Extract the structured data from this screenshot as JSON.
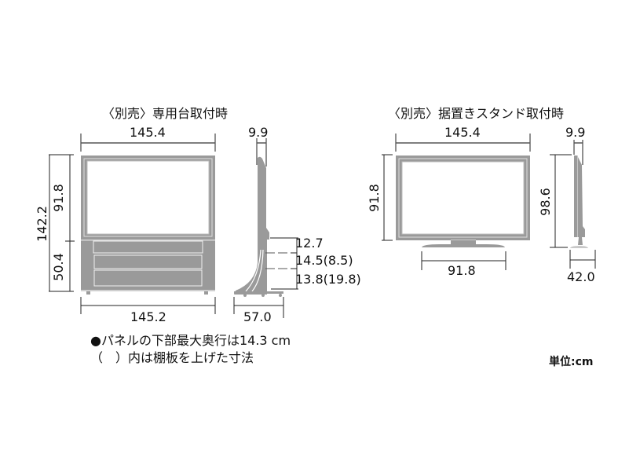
{
  "left_diagram": {
    "title": "〈別売〉専用台取付時",
    "width_top": "145.4",
    "depth_top": "9.9",
    "total_height": "142.2",
    "screen_height": "91.8",
    "stand_height": "50.4",
    "width_bottom": "145.2",
    "stand_depth": "57.0",
    "shelf_1": "12.7",
    "shelf_2": "14.5(8.5)",
    "shelf_3": "13.8(19.8)"
  },
  "right_diagram": {
    "title": "〈別売〉据置きスタンド取付時",
    "width_top": "145.4",
    "depth_top": "9.9",
    "screen_height": "91.8",
    "total_height": "98.6",
    "stand_width": "91.8",
    "stand_depth": "42.0"
  },
  "notes": {
    "note_1": "●パネルの下部最大奥行は14.3 cm",
    "note_2": "（　）内は棚板を上げた寸法"
  },
  "unit_label": "単位:cm",
  "colors": {
    "body_gray": "#9a9a9a",
    "light_gray": "#c8c8c8",
    "line": "#222222"
  }
}
